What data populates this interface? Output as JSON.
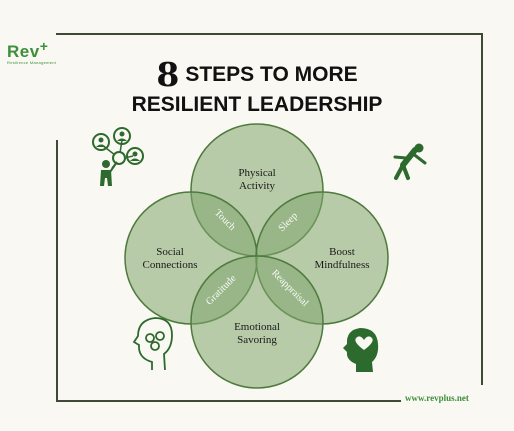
{
  "brand": {
    "logo_text": "Rev",
    "logo_subtitle": "Resilience Management",
    "url": "www.revplus.net"
  },
  "title": {
    "number": "8",
    "line1": "STEPS TO MORE",
    "line2": "RESILIENT LEADERSHIP"
  },
  "circles": [
    {
      "line1": "Physical",
      "line2": "Activity"
    },
    {
      "line1": "Social",
      "line2": "Connections"
    },
    {
      "line1": "Boost",
      "line2": "Mindfulness"
    },
    {
      "line1": "Emotional",
      "line2": "Savoring"
    }
  ],
  "overlaps": [
    "Touch",
    "Sleep",
    "Gratitude",
    "Reappraisal"
  ],
  "icons": [
    "network-people-icon",
    "stretching-person-icon",
    "emotions-head-icon",
    "heart-head-icon"
  ],
  "colors": {
    "circle_fill": "#7fa56b",
    "circle_stroke": "#4e7a3d",
    "icon": "#2d6a2d",
    "brand_green": "#3d8f3a"
  }
}
